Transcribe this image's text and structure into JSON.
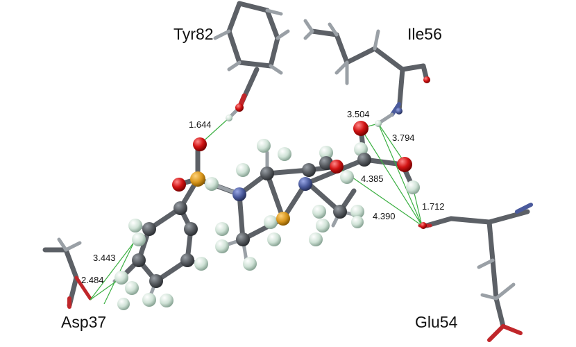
{
  "residues": {
    "tyr": "Tyr82",
    "ile": "Ile56",
    "asp": "Asp37",
    "glu": "Glu54"
  },
  "distances": {
    "tyr_o_h": "1.644",
    "ile_a": "3.504",
    "ile_b": "3.794",
    "glu_a": "4.385",
    "glu_b": "4.390",
    "glu_c": "1.712",
    "asp_a": "3.443",
    "asp_b": "2.484"
  },
  "colors": {
    "carbon": "#5a5e63",
    "hydrogen": "#d6e6dc",
    "oxygen": "#d21414",
    "nitrogen": "#4a5a9c",
    "sulfur": "#d8961c",
    "hbond": "#3cb043",
    "bond": "#5c6066"
  }
}
